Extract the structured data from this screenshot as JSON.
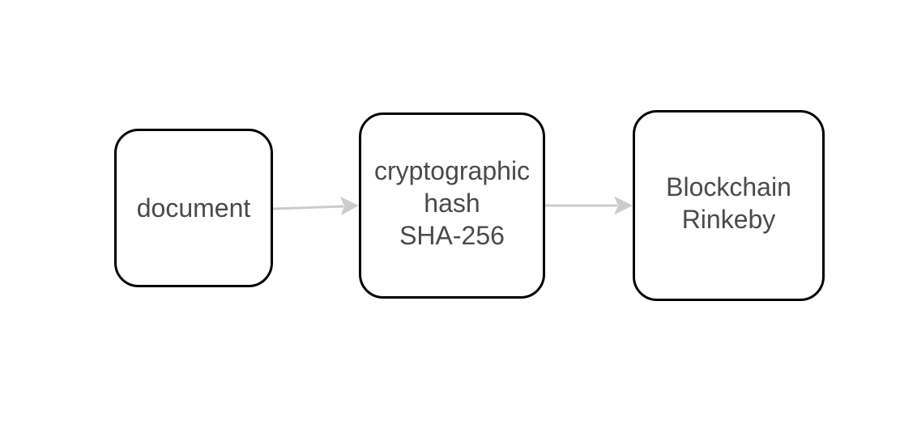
{
  "diagram": {
    "nodes": [
      {
        "id": "document",
        "lines": [
          "document"
        ]
      },
      {
        "id": "hash",
        "lines": [
          "cryptographic",
          "hash",
          "SHA-256"
        ]
      },
      {
        "id": "blockchain",
        "lines": [
          "Blockchain",
          "Rinkeby"
        ]
      }
    ],
    "edges": [
      {
        "from": "document",
        "to": "hash"
      },
      {
        "from": "hash",
        "to": "blockchain"
      }
    ],
    "colors": {
      "node_border": "#000000",
      "node_text": "#4a4a4a",
      "edge": "#cccccc",
      "background": "#ffffff"
    }
  }
}
